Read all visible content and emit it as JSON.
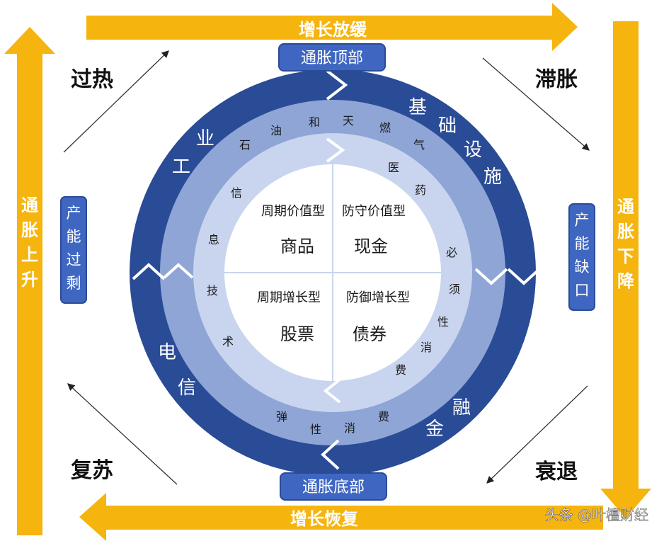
{
  "arrows": {
    "top": "增长放缓",
    "bottom": "增长恢复",
    "left": "通胀上升",
    "right": "通胀下降"
  },
  "badges": {
    "top": "通胀顶部",
    "bottom": "通胀底部",
    "left": "产能过剩",
    "right": "产能缺口"
  },
  "corners": {
    "top_left": "过热",
    "top_right": "滞胀",
    "bottom_right": "衰退",
    "bottom_left": "复苏"
  },
  "outer_ring": {
    "industry": "工业",
    "infrastructure": "基础设施",
    "finance": "金融",
    "telecom": "电信"
  },
  "middle_ring": {
    "oil_gas": "石油和天燃气",
    "medicine": "医药",
    "necessities": "必须性消费",
    "elastic": "弹性消费",
    "it": "信息技术"
  },
  "quadrants": {
    "top_left": {
      "type": "周期价值型",
      "asset": "商品"
    },
    "top_right": {
      "type": "防守价值型",
      "asset": "现金"
    },
    "bottom_left": {
      "type": "周期增长型",
      "asset": "股票"
    },
    "bottom_right": {
      "type": "防御增长型",
      "asset": "债券"
    }
  },
  "watermark": "头条 @叶檀财经",
  "colors": {
    "arrow_yellow": "#F6B40E",
    "outer_ring": "#2A4B96",
    "middle_ring": "#8EA5D6",
    "inner_ring": "#C9D5EE",
    "badge_blue": "#3F67C2"
  }
}
